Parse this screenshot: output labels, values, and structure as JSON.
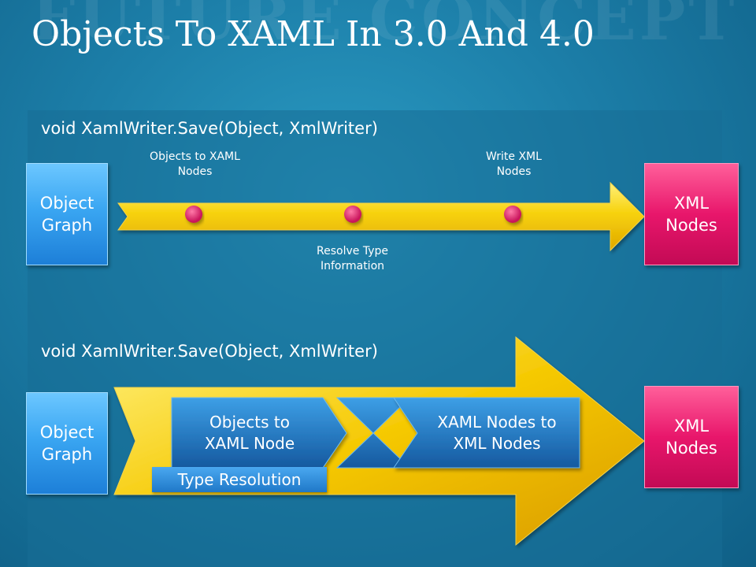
{
  "slide": {
    "watermark": "FUTURE CONCEPT",
    "title": "Objects To XAML In 3.0 And 4.0"
  },
  "top_flow": {
    "signature": "void XamlWriter.Save(Object, XmlWriter)",
    "source": "Object\nGraph",
    "target": "XML\nNodes",
    "steps": [
      "Objects to XAML\nNodes",
      "Resolve Type\nInformation",
      "Write XML\nNodes"
    ]
  },
  "bottom_flow": {
    "signature": "void XamlWriter.Save(Object, XmlWriter)",
    "source": "Object\nGraph",
    "target": "XML\nNodes",
    "stage_1": "Objects to\nXAML Node",
    "stage_2": "XAML Nodes to\nXML Nodes",
    "side_note": "Type Resolution"
  },
  "colors": {
    "background": "#1c7ea8",
    "arrow": "#f5c400",
    "source_box": "#3aa6f2",
    "target_box": "#e8166b",
    "dot": "#e02a6a",
    "stage": "#1f6fb8"
  }
}
